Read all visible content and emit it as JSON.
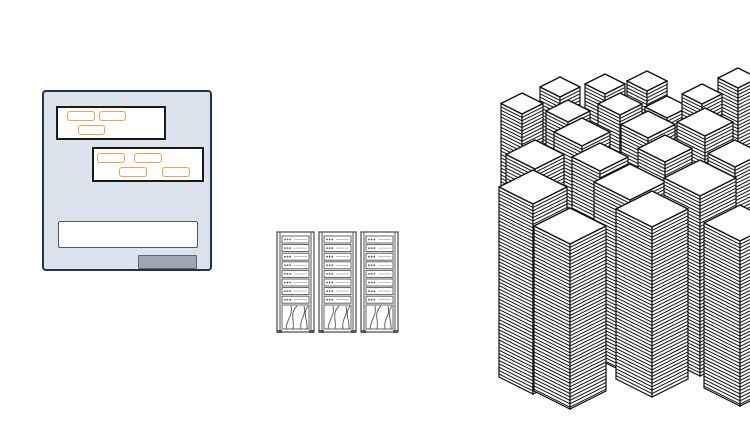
{
  "panels": [
    {
      "id": "chat-window",
      "kind": "chat-window-illustration"
    },
    {
      "id": "server-racks",
      "kind": "rack-cluster-illustration",
      "rack_count": 3
    },
    {
      "id": "data-stacks",
      "kind": "stacked-records-illustration"
    }
  ],
  "colors": {
    "window_border": "#25324a",
    "window_fill": "#dde3ec",
    "chip_border": "#f0a050",
    "button_fill": "#9ea5b5",
    "rack_stroke": "#555555",
    "stack_stroke": "#111111"
  }
}
